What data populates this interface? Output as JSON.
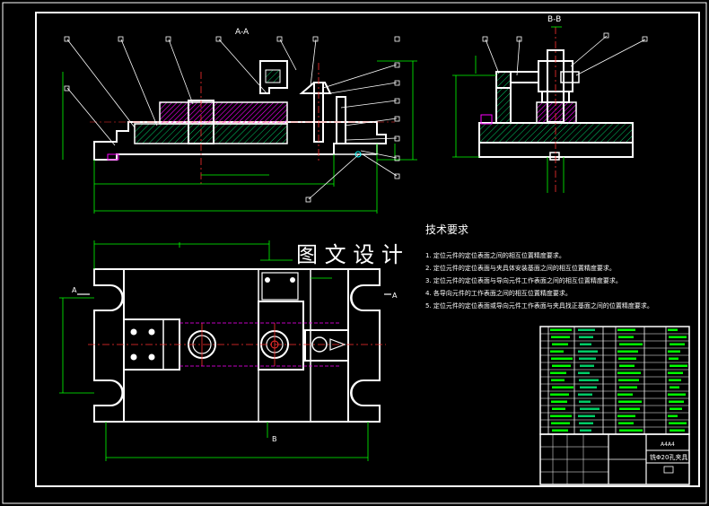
{
  "drawing": {
    "section_aa_label": "A-A",
    "section_bb_label": "B-B",
    "watermark": "图 文 设 计",
    "tech_req_title": "技术要求",
    "tech_requirements": [
      "1. 定位元件的定位表面之间的相互位置精度要求。",
      "2. 定位元件的定位表面与夹具体安装基面之间的相互位置精度要求。",
      "3. 定位元件的定位表面与导向元件工作表面之间的相互位置精度要求。",
      "4. 各导向元件的工作表面之间的相互位置精度要求。",
      "5. 定位元件的定位表面或导向元件工作表面与夹具找正基面之间的位置精度要求。"
    ],
    "title_block_text": "铣Φ20孔夹具",
    "title_block_scale": "A4A4",
    "callout_A": "A",
    "callout_B": "B"
  },
  "colors": {
    "background": "#000000",
    "outline": "#ffffff",
    "dimension": "#00ff00",
    "centerline": "#ff3030",
    "section_hatch": "#ff00ff",
    "hatch_cyan": "#00ffff",
    "text_yellow": "#ffff00"
  }
}
